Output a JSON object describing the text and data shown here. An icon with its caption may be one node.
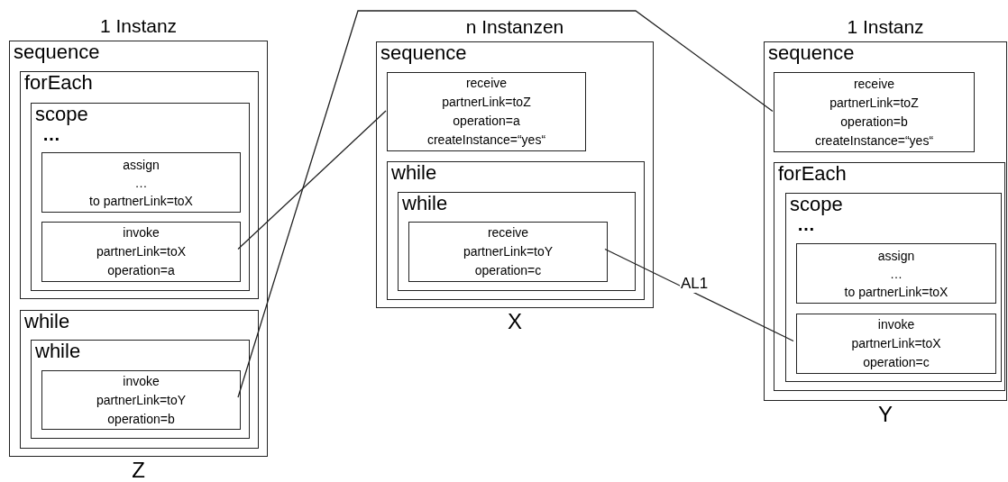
{
  "diagram": {
    "nodes": [
      {
        "text": [
          "1 Instanz",
          "sequence"
        ],
        "beside": [
          "Z"
        ]
      },
      {
        "text": [
          "forEach"
        ],
        "in": 0
      },
      {
        "text": [
          "scope",
          "…"
        ],
        "in": 1
      },
      {
        "text": [
          "assign",
          "…",
          "to partnerLink=toX"
        ],
        "in": 2
      },
      {
        "text": [
          "invoke",
          "partnerLink=toX",
          "operation=a"
        ],
        "in": 2
      },
      {
        "text": [
          "while"
        ],
        "in": 0
      },
      {
        "text": [
          "while"
        ],
        "in": 5
      },
      {
        "text": [
          "invoke",
          "partnerLink=toY",
          "operation=b"
        ],
        "in": 6
      },
      {
        "text": [
          "n Instanzen",
          "sequence"
        ],
        "beside": [
          "X"
        ]
      },
      {
        "text": [
          "receive",
          "partnerLink=toZ",
          "operation=a",
          "createInstance=“yes“"
        ],
        "in": 8
      },
      {
        "text": [
          "while"
        ],
        "in": 8
      },
      {
        "text": [
          "while"
        ],
        "in": 10
      },
      {
        "text": [
          "receive",
          "partnerLink=toY",
          "operation=c"
        ],
        "in": 11
      },
      {
        "text": [
          "1 Instanz",
          "sequence"
        ],
        "beside": [
          "Y"
        ]
      },
      {
        "text": [
          "receive",
          "partnerLink=toZ",
          "operation=b",
          "createInstance=“yes“"
        ],
        "in": 13
      },
      {
        "text": [
          "forEach"
        ],
        "in": 13
      },
      {
        "text": [
          "scope",
          "…"
        ],
        "in": 15
      },
      {
        "text": [
          "assign",
          "…",
          "to partnerLink=toX"
        ],
        "in": 16
      },
      {
        "text": [
          "invoke",
          "partnerLink=toX",
          "operation=c"
        ],
        "in": 16
      }
    ],
    "edges": [
      {
        "from": 4,
        "to": 9,
        "arrow": "none"
      },
      {
        "from": 7,
        "to": 14,
        "arrow": "none"
      },
      {
        "from": 12,
        "to": 18,
        "label": "AL1",
        "arrow": "none"
      }
    ]
  }
}
